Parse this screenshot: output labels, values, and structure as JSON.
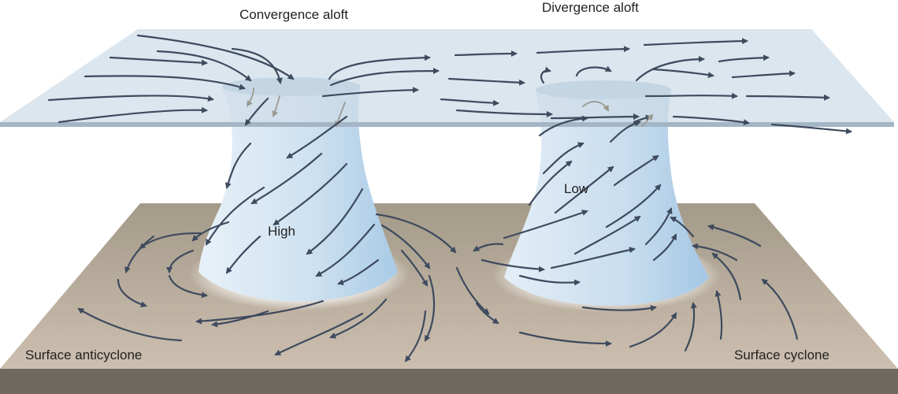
{
  "labels": {
    "top_left": "Convergence aloft",
    "top_right": "Divergence aloft",
    "high": "High",
    "low": "Low",
    "bottom_left": "Surface anticyclone",
    "bottom_right": "Surface cyclone"
  },
  "colors": {
    "upper_plane": "#cfdde8",
    "ground": "#a9a08f",
    "ground_edge": "#6e6a62",
    "column": "#b9d6ec",
    "arrow": "#3e4a5e"
  }
}
